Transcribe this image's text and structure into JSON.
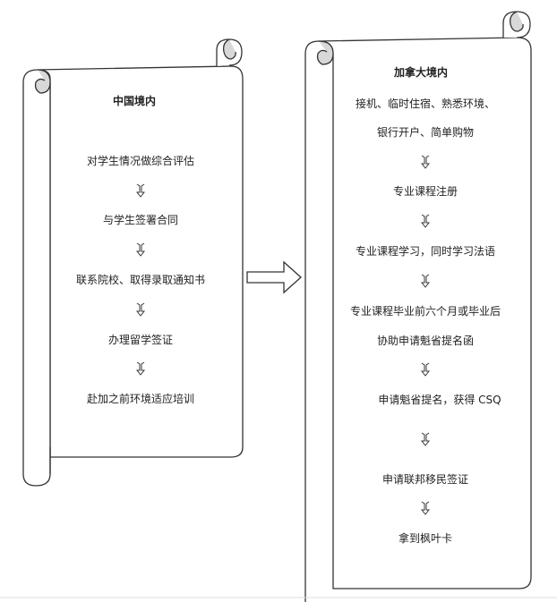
{
  "left_scroll": {
    "title": "中国境内",
    "steps": [
      "对学生情况做综合评估",
      "与学生签署合同",
      "联系院校、取得录取通知书",
      "办理留学签证",
      "赴加之前环境适应培训"
    ]
  },
  "right_scroll": {
    "title": "加拿大境内",
    "steps": [
      "接机、临时住宿、熟悉环境、",
      "银行开户、简单购物",
      "专业课程注册",
      "专业课程学习，同时学习法语",
      "专业课程毕业前六个月或毕业后",
      "协助申请魁省提名函",
      "申请魁省提名，获得 CSQ",
      "申请联邦移民签证",
      "拿到枫叶卡"
    ]
  }
}
